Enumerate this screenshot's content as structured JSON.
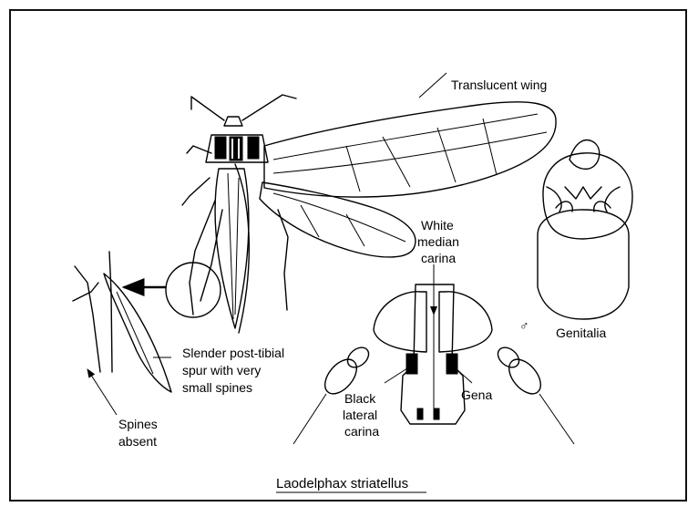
{
  "figure": {
    "labels": {
      "wing": "Translucent wing",
      "median_carina": [
        "White",
        "median",
        "carina"
      ],
      "spur": [
        "Slender post-tibial",
        "spur with very",
        "small spines"
      ],
      "spines": [
        "Spines",
        "absent"
      ],
      "lateral_carina": [
        "Black",
        "lateral",
        "carina"
      ],
      "gena": "Gena",
      "male_symbol": "♂",
      "genitalia": "Genitalia"
    },
    "species_name": "Laodelphax striatellus"
  }
}
